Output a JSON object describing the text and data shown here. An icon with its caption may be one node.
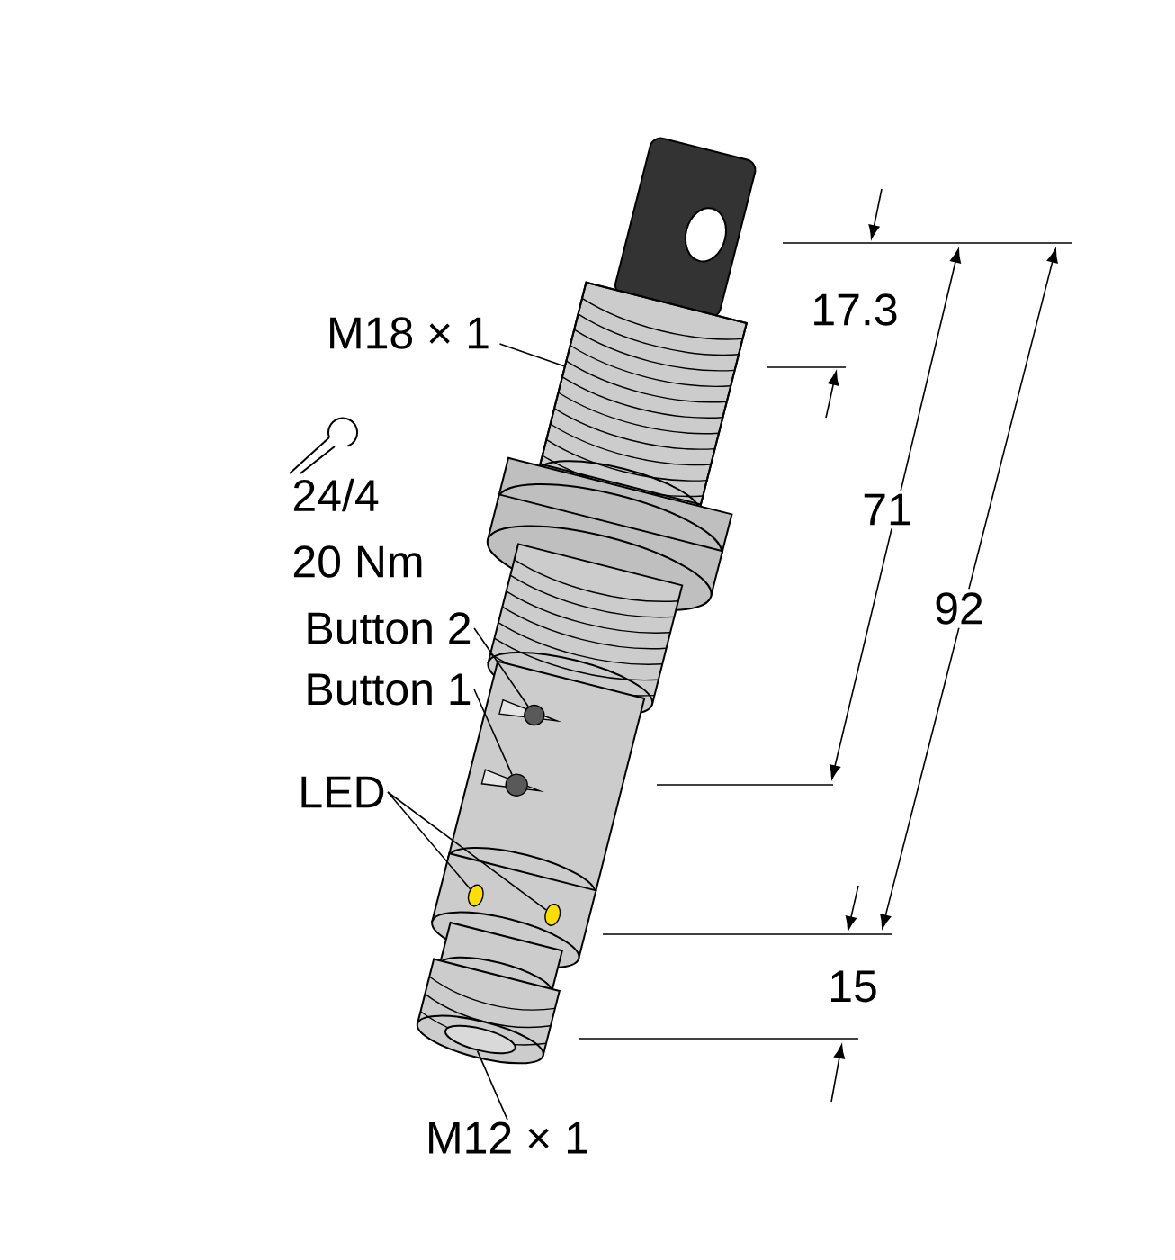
{
  "diagram": {
    "nodes": [
      {
        "text": [
          "M18 × 1"
        ]
      },
      {
        "text": [],
        "shape": "box"
      },
      {
        "text": [
          "Button 2"
        ]
      },
      {
        "text": [],
        "shape": "circle"
      },
      {
        "text": [
          "Button 1"
        ]
      },
      {
        "text": [],
        "shape": "circle"
      },
      {
        "text": [
          "LED"
        ]
      },
      {
        "text": [],
        "shape": "circle"
      },
      {
        "text": [],
        "shape": "circle"
      },
      {
        "text": [
          "M12 × 1"
        ]
      },
      {
        "text": [],
        "shape": "circle"
      }
    ],
    "edges": [
      {
        "from": 0,
        "to": 1,
        "arrow": "none"
      },
      {
        "from": 2,
        "to": 3,
        "arrow": "none"
      },
      {
        "from": 4,
        "to": 5,
        "arrow": "none"
      },
      {
        "from": 6,
        "to": 7,
        "arrow": "none"
      },
      {
        "from": 6,
        "to": 8,
        "arrow": "none"
      },
      {
        "from": 9,
        "to": 10,
        "arrow": "none"
      }
    ],
    "labels": [
      "24/4",
      "20 Nm",
      "17.3",
      "71",
      "92",
      "15"
    ]
  }
}
